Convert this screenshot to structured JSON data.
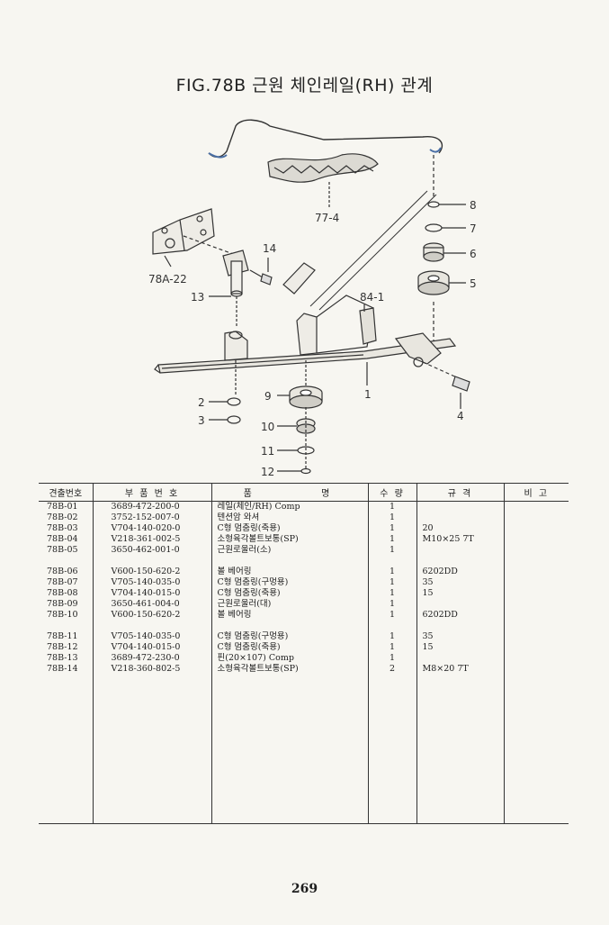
{
  "title": "FIG.78B 근원 체인레일(RH) 관계",
  "callouts": {
    "c77_4": "77-4",
    "c78A_22": "78A-22",
    "c84_1": "84-1",
    "c1": "1",
    "c2": "2",
    "c3": "3",
    "c4": "4",
    "c5": "5",
    "c6": "6",
    "c7": "7",
    "c8": "8",
    "c9": "9",
    "c10": "10",
    "c11": "11",
    "c12": "12",
    "c13": "13",
    "c14": "14"
  },
  "table": {
    "headers": [
      "견출번호",
      "부 품 번 호",
      "품",
      "명",
      "수 량",
      "규 격",
      "비 고"
    ],
    "rows": [
      {
        "no": "78B-01",
        "pn": "3689-472-200-0",
        "name": "레일(체인/RH) Comp",
        "qty": "1",
        "spec": "",
        "note": ""
      },
      {
        "no": "78B-02",
        "pn": "3752-152-007-0",
        "name": "텐션암 와셔",
        "qty": "1",
        "spec": "",
        "note": ""
      },
      {
        "no": "78B-03",
        "pn": "V704-140-020-0",
        "name": "C형 멈춤링(축용)",
        "qty": "1",
        "spec": "20",
        "note": ""
      },
      {
        "no": "78B-04",
        "pn": "V218-361-002-5",
        "name": "소형육각볼트보통(SP)",
        "qty": "1",
        "spec": "M10×25 7T",
        "note": ""
      },
      {
        "no": "78B-05",
        "pn": "3650-462-001-0",
        "name": "근원로울러(소)",
        "qty": "1",
        "spec": "",
        "note": ""
      },
      {
        "no": "78B-06",
        "pn": "V600-150-620-2",
        "name": "볼 베어링",
        "qty": "1",
        "spec": "6202DD",
        "note": ""
      },
      {
        "no": "78B-07",
        "pn": "V705-140-035-0",
        "name": "C형 멈춤링(구멍용)",
        "qty": "1",
        "spec": "35",
        "note": ""
      },
      {
        "no": "78B-08",
        "pn": "V704-140-015-0",
        "name": "C형 멈춤링(축용)",
        "qty": "1",
        "spec": "15",
        "note": ""
      },
      {
        "no": "78B-09",
        "pn": "3650-461-004-0",
        "name": "근원로울러(대)",
        "qty": "1",
        "spec": "",
        "note": ""
      },
      {
        "no": "78B-10",
        "pn": "V600-150-620-2",
        "name": "볼 베어링",
        "qty": "1",
        "spec": "6202DD",
        "note": ""
      },
      {
        "no": "78B-11",
        "pn": "V705-140-035-0",
        "name": "C형 멈춤링(구멍용)",
        "qty": "1",
        "spec": "35",
        "note": ""
      },
      {
        "no": "78B-12",
        "pn": "V704-140-015-0",
        "name": "C형 멈춤링(축용)",
        "qty": "1",
        "spec": "15",
        "note": ""
      },
      {
        "no": "78B-13",
        "pn": "3689-472-230-0",
        "name": "핀(20×107) Comp",
        "qty": "1",
        "spec": "",
        "note": ""
      },
      {
        "no": "78B-14",
        "pn": "V218-360-802-5",
        "name": "소형육각볼트보통(SP)",
        "qty": "2",
        "spec": "M8×20 7T",
        "note": ""
      }
    ]
  },
  "page_number": "269"
}
